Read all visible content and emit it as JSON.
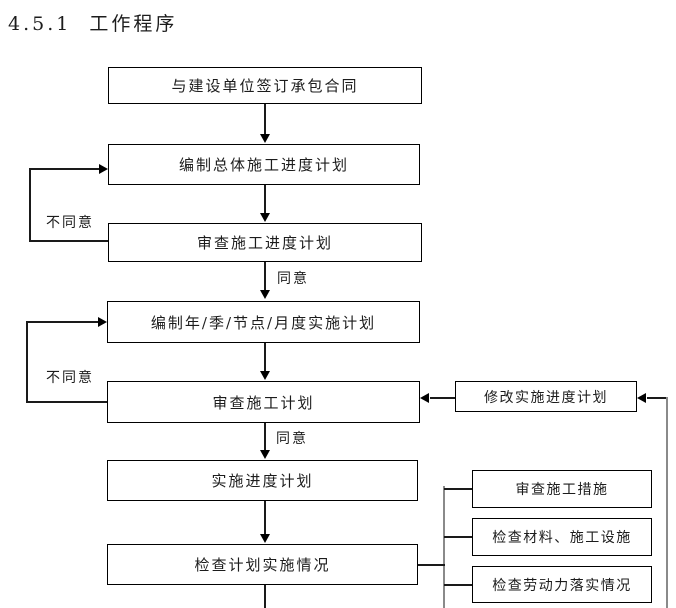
{
  "page": {
    "heading": "4.5.1  工作程序"
  },
  "flowchart": {
    "nodes": {
      "sign_contract": "与建设单位签订承包合同",
      "compile_overall_schedule": "编制总体施工进度计划",
      "review_schedule": "审查施工进度计划",
      "compile_periodic_plan": "编制年/季/节点/月度实施计划",
      "review_plan": "审查施工计划",
      "implement_schedule": "实施进度计划",
      "check_implementation": "检查计划实施情况",
      "modify_schedule": "修改实施进度计划",
      "review_measures": "审查施工措施",
      "check_materials": "检查材料、施工设施",
      "check_labor": "检查劳动力落实情况"
    },
    "labels": {
      "agree_1": "同意",
      "agree_2": "同意",
      "disagree_1": "不同意",
      "disagree_2": "不同意"
    }
  },
  "colors": {
    "line": "#1a1a1a",
    "spine_line": "#8a8a8a",
    "text": "#1c1c1c",
    "background": "#ffffff"
  }
}
